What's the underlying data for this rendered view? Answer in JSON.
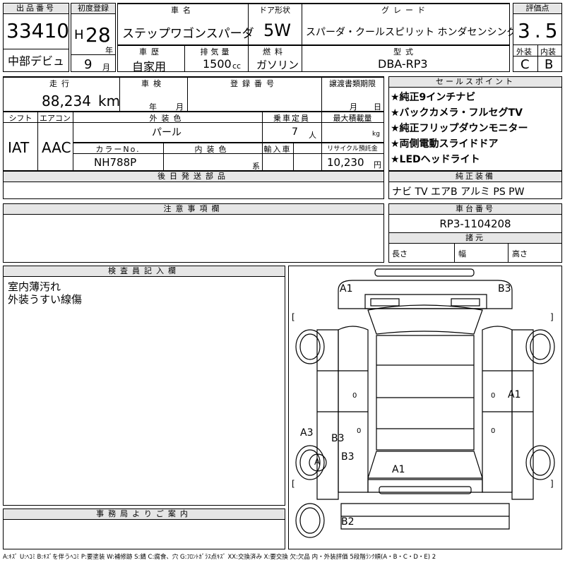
{
  "lot": {
    "label": "出品番号",
    "value": "33410",
    "venue": "中部デビュ"
  },
  "first_reg": {
    "label": "初度登録",
    "era": "H",
    "year": "28",
    "year_unit": "年",
    "month": "9",
    "month_unit": "月"
  },
  "car": {
    "label": "車名",
    "value": "ステップワゴンスパーダ"
  },
  "door": {
    "label": "ドア形状",
    "value": "5W"
  },
  "grade": {
    "label": "グレード",
    "value": "スパーダ・クールスピリット ホンダセンシング"
  },
  "score": {
    "label": "評価点",
    "value": "3.5",
    "ext_label": "外装",
    "int_label": "内装",
    "ext": "C",
    "int": "B"
  },
  "history": {
    "label": "車歴",
    "value": "自家用"
  },
  "displacement": {
    "label": "排気量",
    "value": "1500",
    "unit": "cc"
  },
  "fuel": {
    "label": "燃料",
    "value": "ガソリン"
  },
  "model": {
    "label": "型式",
    "value": "DBA-RP3"
  },
  "mileage": {
    "label": "走行",
    "value": "88,234",
    "unit": "km"
  },
  "inspection": {
    "label": "車検",
    "year_unit": "年",
    "month_unit": "月"
  },
  "reg_no": {
    "label": "登録番号"
  },
  "transfer": {
    "label": "譲渡書類期限",
    "month_unit": "月",
    "day_unit": "日"
  },
  "shift": {
    "label": "シフト",
    "value": "IAT"
  },
  "aircon": {
    "label": "エアコン",
    "value": "AAC"
  },
  "ext_color": {
    "label": "外装色",
    "value": "パール"
  },
  "capacity": {
    "label": "乗車定員",
    "value": "7",
    "unit": "人"
  },
  "load": {
    "label": "最大積載量",
    "unit": "kg"
  },
  "color_no": {
    "label": "カラーNo.",
    "value": "NH788P"
  },
  "int_color": {
    "label": "内装色",
    "unit": "系"
  },
  "import": {
    "label": "輸入車"
  },
  "recycle": {
    "label": "リサイクル預託金",
    "value": "10,230",
    "unit": "円"
  },
  "later_parts": {
    "label": "後日発送部品"
  },
  "sales_points": {
    "label": "セールスポイント",
    "items": [
      "★純正9インチナビ",
      "★バックカメラ・フルセグTV",
      "★純正フリップダウンモニター",
      "★両側電動スライドドア",
      "★LEDヘッドライト"
    ]
  },
  "equipment": {
    "label": "純正装備",
    "value": "ナビ TV エアB アルミ PS PW"
  },
  "notes": {
    "label": "注意事項欄"
  },
  "chassis": {
    "label": "車台番号",
    "value": "RP3-1104208"
  },
  "dims": {
    "label": "諸元",
    "length": "長さ",
    "width": "幅",
    "height": "高さ"
  },
  "inspector": {
    "label": "検査員記入欄",
    "lines": [
      "室内薄汚れ",
      "外装うすい線傷"
    ]
  },
  "office": {
    "label": "事務局よりご案内"
  },
  "damage": [
    {
      "code": "A1",
      "where": "front-left"
    },
    {
      "code": "B3",
      "where": "front-right"
    },
    {
      "code": "A1",
      "where": "right-side"
    },
    {
      "code": "A3",
      "where": "left-rear"
    },
    {
      "code": "B3",
      "where": "rear-left"
    },
    {
      "code": "A",
      "where": "left-rear-wheel"
    },
    {
      "code": "B3",
      "where": "rear-quarter"
    },
    {
      "code": "A1",
      "where": "rear-center"
    },
    {
      "code": "B2",
      "where": "rear-bumper"
    }
  ],
  "legend": "A:ｷｽﾞ U:ﾍｺﾐ B:ｷｽﾞを伴うﾍｺﾐ P:要塗装 W:補修跡 S:錆 C:腐食、穴 G:ﾌﾛﾝﾄｶﾞﾗｽ点ｷｽﾞ XX:交換済み X:要交換 欠:欠品 内・外装評価 5段階ﾗﾝｸ順(A・B・C・D・E) 2"
}
